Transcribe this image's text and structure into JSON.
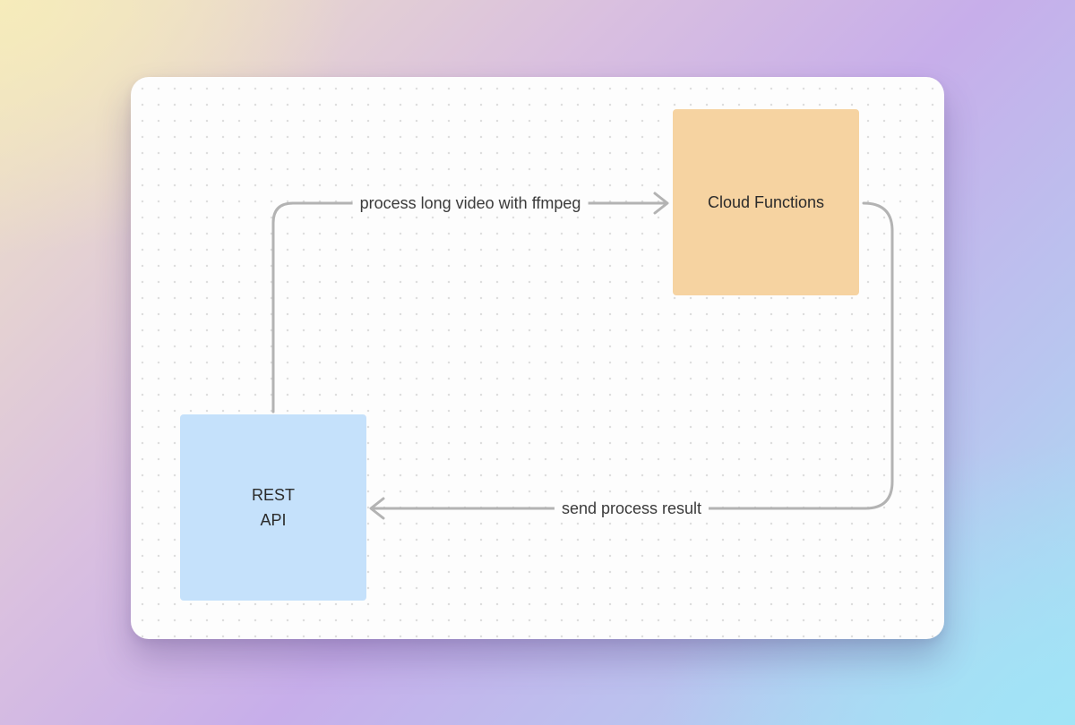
{
  "nodes": {
    "cloud_functions": {
      "label": "Cloud Functions",
      "color": "#f6d3a1"
    },
    "rest_api": {
      "line1": "REST",
      "line2": "API",
      "color": "#c5e1fb"
    }
  },
  "edges": {
    "to_cloud": {
      "label": "process long video with ffmpeg",
      "from": "rest_api",
      "to": "cloud_functions"
    },
    "to_rest": {
      "label": "send process result",
      "from": "cloud_functions",
      "to": "rest_api"
    }
  },
  "colors": {
    "connector": "#b3b3b3",
    "canvas": "#fdfdfd"
  }
}
